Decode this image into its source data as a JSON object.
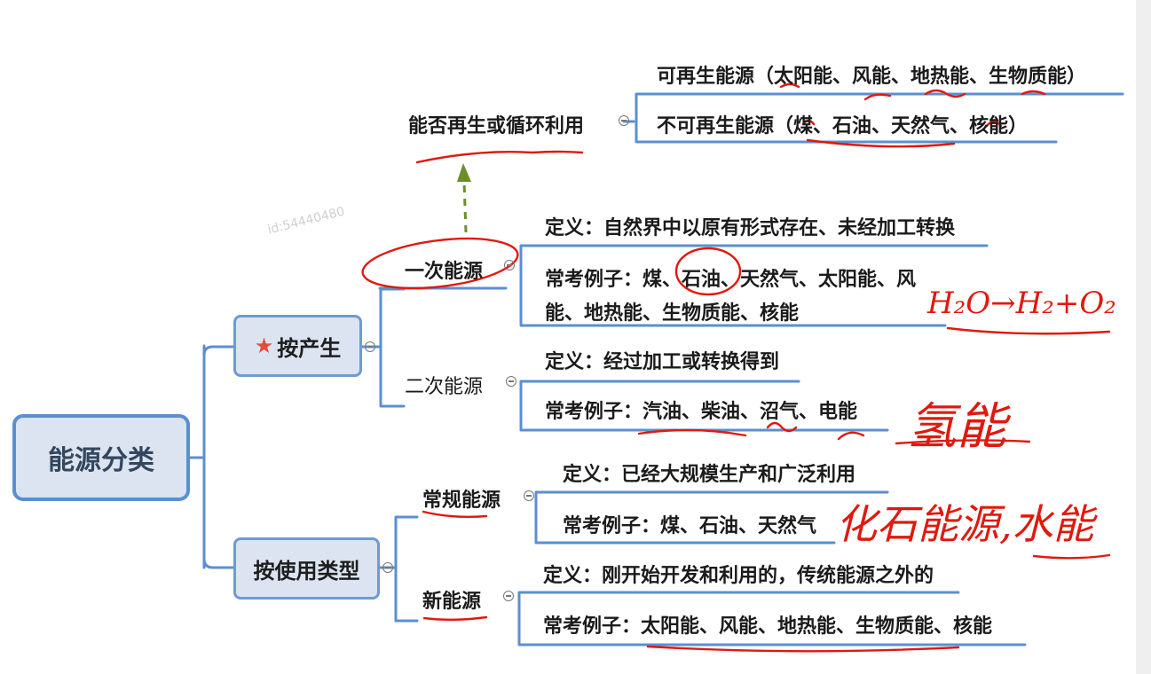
{
  "root": {
    "label": "能源分类"
  },
  "watermark": "id:54440480",
  "branch_production": {
    "label": "按产生",
    "marker_icon": "red-star-icon",
    "primary": {
      "label": "一次能源",
      "definition": "定义：自然界中以原有形式存在、未经加工转换",
      "examples_line1": "常考例子：煤、石油、天然气、太阳能、风",
      "examples_line2": "能、地热能、生物质能、核能",
      "renewable_criterion": {
        "label": "能否再生或循环利用",
        "renewable": "可再生能源（太阳能、风能、地热能、生物质能）",
        "nonrenewable": "不可再生能源（煤、石油、天然气、核能）"
      }
    },
    "secondary": {
      "label": "二次能源",
      "definition": "定义：经过加工或转换得到",
      "examples": "常考例子：汽油、柴油、沼气、电能"
    }
  },
  "branch_usage": {
    "label": "按使用类型",
    "conventional": {
      "label": "常规能源",
      "definition": "定义：已经大规模生产和广泛利用",
      "examples": "常考例子：煤、石油、天然气"
    },
    "new": {
      "label": "新能源",
      "definition": "定义：刚开始开发和利用的，传统能源之外的",
      "examples": "常考例子：太阳能、风能、地热能、生物质能、核能"
    }
  },
  "handwritten_notes": {
    "hydrogen_equation": "H₂O→H₂+O₂",
    "hydrogen_energy": "氢能",
    "fossil_energy": "化石能源,水能"
  },
  "colors": {
    "line": "#5b8fd0",
    "node_fill": "#dbe4f0",
    "ink": "#e0190f",
    "arrow": "#6a8f2a"
  }
}
